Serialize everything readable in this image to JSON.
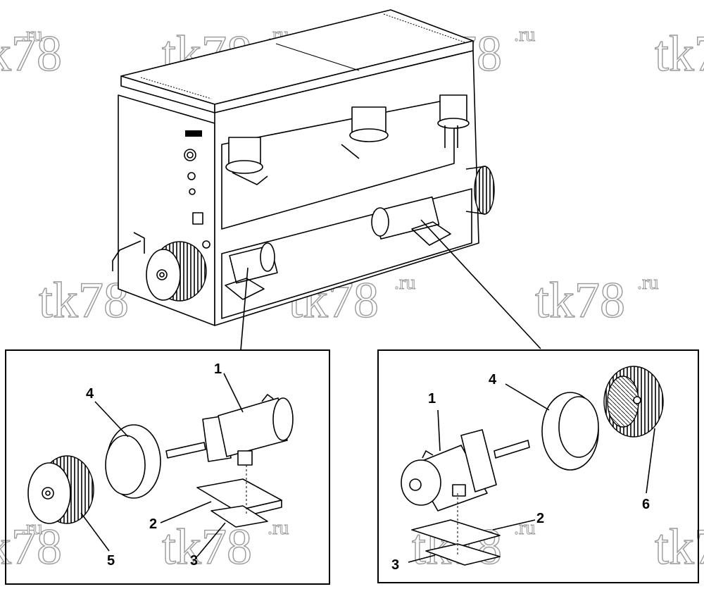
{
  "watermark": {
    "text": "tk78",
    "suffix": ".ru"
  },
  "left_panel": {
    "callouts": [
      "1",
      "4",
      "2",
      "5",
      "3"
    ]
  },
  "right_panel": {
    "callouts": [
      "1",
      "4",
      "2",
      "6",
      "3"
    ]
  }
}
